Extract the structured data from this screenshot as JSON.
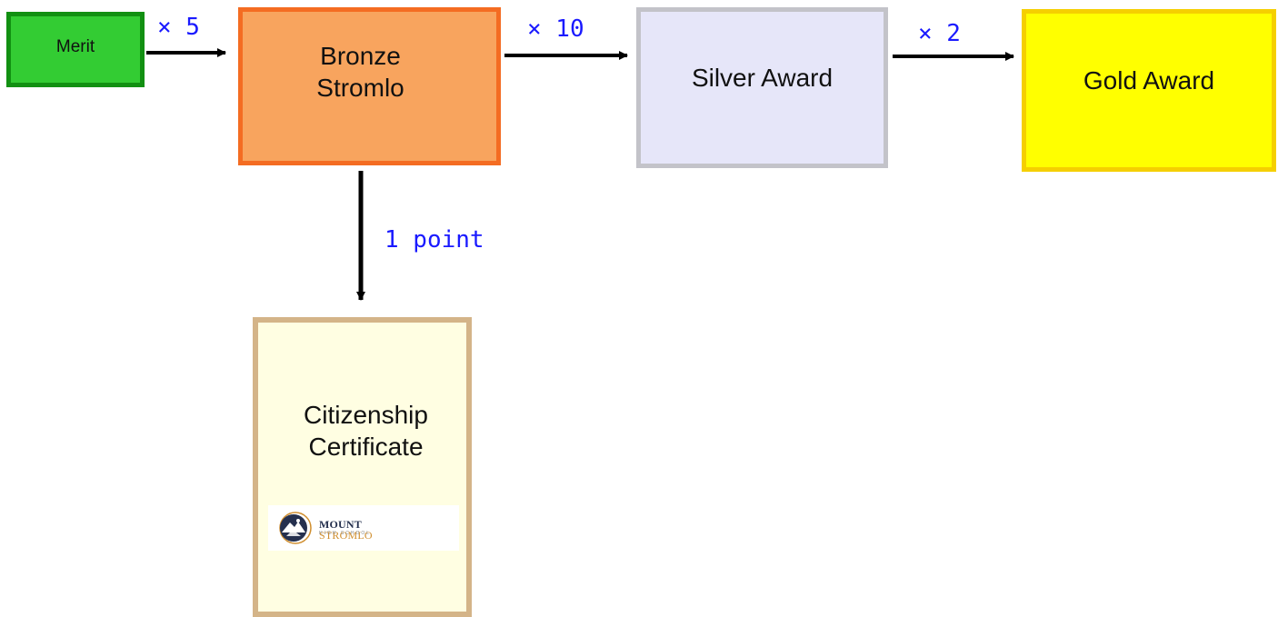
{
  "nodes": {
    "merit": "Merit",
    "bronze": [
      "Bronze",
      "Stromlo"
    ],
    "silver": "Silver Award",
    "gold": "Gold Award",
    "citizenship": [
      "Citizenship",
      "Certificate"
    ]
  },
  "edges": {
    "merit_to_bronze": "× 5",
    "bronze_to_silver": "× 10",
    "silver_to_gold": "× 2",
    "bronze_to_citizenship": "1 point"
  },
  "logo": {
    "name_primary": "MOUNT",
    "name_accent": "STROMLO",
    "subtitle": "HIGH SCHOOL"
  },
  "colors": {
    "merit": "#33cc33",
    "bronze": "#f8a45e",
    "silver": "#e6e6f9",
    "gold": "#ffff00",
    "citizenship": "#fffee2",
    "edge_label": "#1a1aff",
    "arrow": "#000000"
  }
}
